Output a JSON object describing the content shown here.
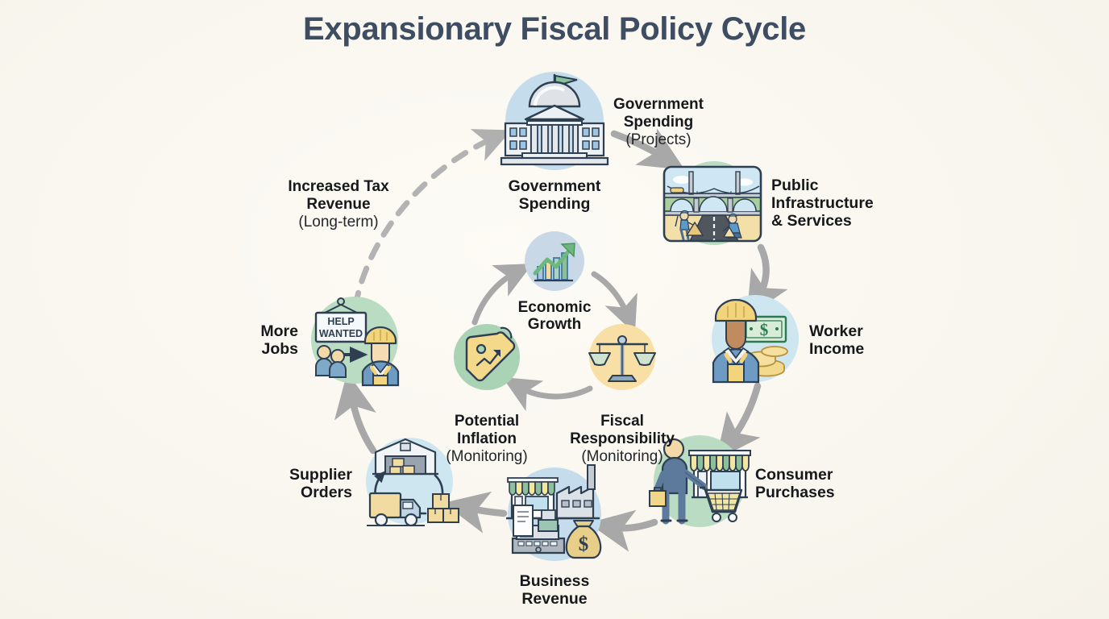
{
  "title": "Expansionary Fiscal Policy Cycle",
  "theme": {
    "background": "#faf8f1",
    "title_color": "#3e4d61",
    "label_color": "#16181c",
    "arrow_color": "#a8a8a8",
    "dashed_arrow_color": "#b3b3b3",
    "circle_blue": "#c5dcec",
    "circle_cyan": "#cde6ef",
    "circle_green": "#b9dcc3",
    "circle_green_soft": "#a9d3b4",
    "circle_yellow": "#f7dfa5",
    "circle_blue_gray": "#c8d8e6",
    "ink": "#2f3f52",
    "yellow": "#f5d98b",
    "green": "#7fbf8f",
    "teal": "#86b8a6"
  },
  "outer_cycle": {
    "nodes": [
      {
        "id": "government-spending",
        "label": "Government\nSpending",
        "icon": "government-building-icon",
        "circle_color": "#c5dcec",
        "align": "center"
      },
      {
        "id": "public-infrastructure",
        "label": "Public\nInfrastructure\n& Services",
        "icon": "bridge-road-construction-icon",
        "circle_color": "#b9dcc3",
        "align": "left"
      },
      {
        "id": "worker-income",
        "label": "Worker\nIncome",
        "icon": "worker-with-money-icon",
        "circle_color": "#cde6ef",
        "align": "left"
      },
      {
        "id": "consumer-purchases",
        "label": "Consumer\nPurchases",
        "icon": "shopper-with-cart-icon",
        "circle_color": "#b9dcc3",
        "align": "left"
      },
      {
        "id": "business-revenue",
        "label": "Business\nRevenue",
        "icon": "shop-factory-register-icon",
        "circle_color": "#c5dcec",
        "align": "center"
      },
      {
        "id": "supplier-orders",
        "label": "Supplier\nOrders",
        "icon": "warehouse-truck-boxes-icon",
        "circle_color": "#cde6ef",
        "align": "right"
      },
      {
        "id": "more-jobs",
        "label": "More\nJobs",
        "icon": "help-wanted-sign-icon",
        "circle_color": "#b9dcc3",
        "align": "right"
      }
    ],
    "edge_labels": [
      {
        "id": "government-spending-projects",
        "main": "Government\nSpending",
        "sub": "(Projects)"
      },
      {
        "id": "increased-tax-revenue",
        "main": "Increased Tax\nRevenue",
        "sub": "(Long-term)"
      }
    ]
  },
  "inner_cycle": {
    "nodes": [
      {
        "id": "economic-growth",
        "label": "Economic\nGrowth",
        "sub": "",
        "icon": "growth-chart-icon",
        "circle_color": "#c8d8e6"
      },
      {
        "id": "fiscal-responsibility",
        "label": "Fiscal\nResponsibility",
        "sub": "(Monitoring)",
        "icon": "balance-scales-icon",
        "circle_color": "#f7dfa5"
      },
      {
        "id": "potential-inflation",
        "label": "Potential\nInflation",
        "sub": "(Monitoring)",
        "icon": "price-tag-up-icon",
        "circle_color": "#a9d3b4"
      }
    ]
  },
  "help_wanted_sign": {
    "line1": "HELP",
    "line2": "WANTED"
  },
  "money_symbol": "$"
}
